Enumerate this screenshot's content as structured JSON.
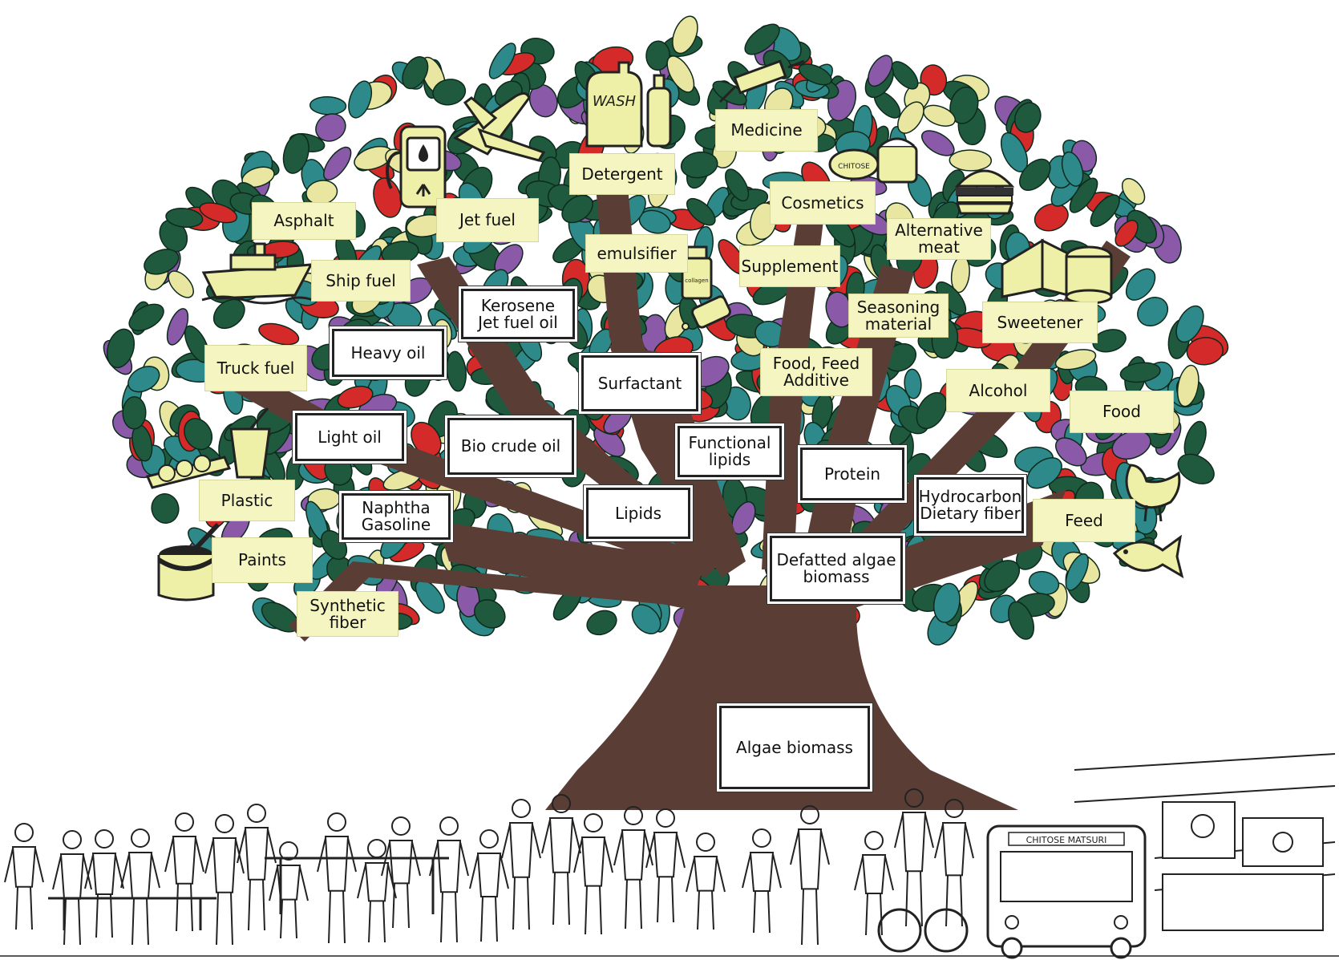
{
  "colors": {
    "trunk": "#5a3e35",
    "leaf_dark": "#1f5a3e",
    "leaf_teal": "#2e8a8a",
    "leaf_purple": "#8a5aa8",
    "leaf_red": "#d42a2a",
    "leaf_yellow": "#e8e6a0",
    "product_fill": "#f4f5c0",
    "source_fill": "#ffffff"
  },
  "diagram": {
    "root": "Algae biomass",
    "intermediates": [
      "Bio crude oil",
      "Heavy oil",
      "Light oil",
      "Naphtha\nGasoline",
      "Kerosene\nJet fuel oil",
      "Surfactant",
      "Lipids",
      "Functional\nlipids",
      "Protein",
      "Hydrocarbon\nDietary fiber",
      "Defatted algae\nbiomass"
    ],
    "products": [
      "Asphalt",
      "Jet fuel",
      "Ship fuel",
      "Truck fuel",
      "Plastic",
      "Paints",
      "Synthetic\nfiber",
      "Detergent",
      "emulsifier",
      "Medicine",
      "Cosmetics",
      "Supplement",
      "Alternative\nmeat",
      "Seasoning\nmaterial",
      "Food, Feed\nAdditive",
      "Sweetener",
      "Alcohol",
      "Food",
      "Feed"
    ],
    "icons": [
      "ship-icon",
      "fuel-pump-icon",
      "airplane-icon",
      "detergent-bottle-icon",
      "syringe-icon",
      "cosmetics-jar-icon",
      "burger-icon",
      "cake-icon",
      "supplement-bottle-icon",
      "drink-cup-icon",
      "food-tray-icon",
      "paint-can-icon",
      "chicken-icon",
      "fish-icon"
    ],
    "bus_sign": "CHITOSE MATSURI",
    "detergent_text": "WASH",
    "jar_text": "CHITOSE",
    "supplement_text": "collagen"
  }
}
